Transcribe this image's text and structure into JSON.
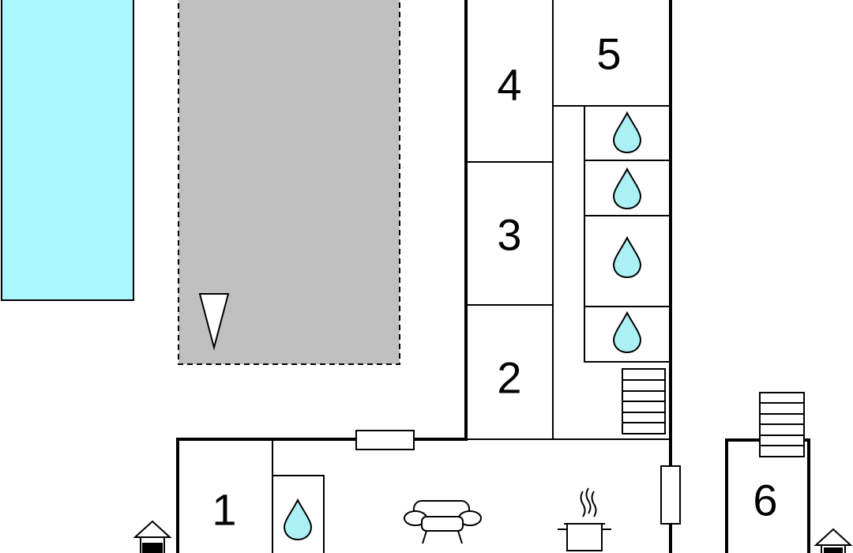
{
  "rooms": [
    {
      "number": "1",
      "label": "room-1"
    },
    {
      "number": "2",
      "label": "room-2"
    },
    {
      "number": "3",
      "label": "room-3"
    },
    {
      "number": "4",
      "label": "room-4"
    },
    {
      "number": "5",
      "label": "room-5"
    },
    {
      "number": "6",
      "label": "room-6"
    }
  ],
  "colors": {
    "pool": "#aaf8fd",
    "terrace": "#c0c0c0",
    "water_drop": "#aaf0f5",
    "wall": "#000000"
  },
  "icons": [
    "water-drop-icon",
    "sofa-icon",
    "cooking-pot-icon",
    "stairs-icon",
    "entrance-icon",
    "north-arrow-icon"
  ]
}
